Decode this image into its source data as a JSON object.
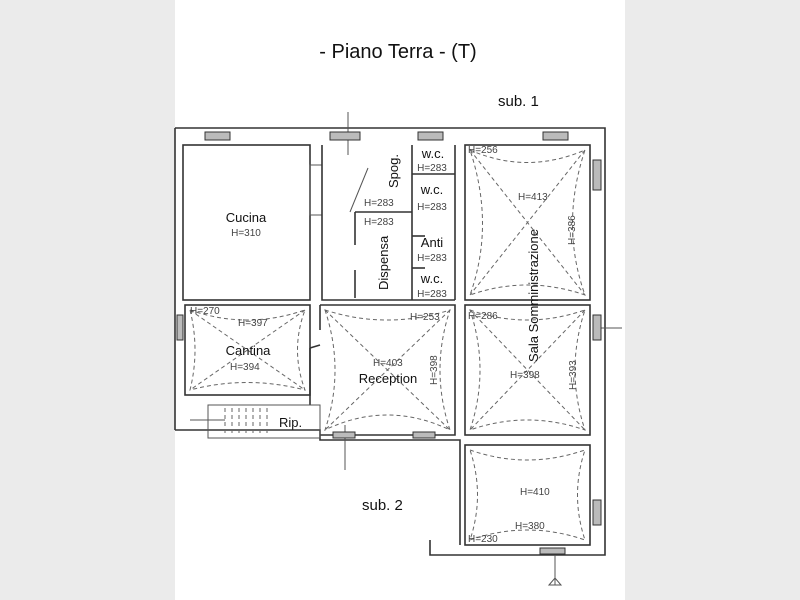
{
  "title": "- Piano Terra - (T)",
  "sub1": "sub. 1",
  "sub2": "sub. 2",
  "rooms": {
    "cucina": {
      "label": "Cucina",
      "h": "H=310"
    },
    "spog": {
      "label": "Spog.",
      "h": "H=283"
    },
    "wc1": {
      "label": "w.c.",
      "h": "H=283"
    },
    "wc2": {
      "label": "w.c.",
      "h": "H=283"
    },
    "dispensa": {
      "label": "Dispensa",
      "h": "H=283"
    },
    "anti": {
      "label": "Anti",
      "h": "H=283"
    },
    "wc3": {
      "label": "w.c.",
      "h": "H=283"
    },
    "sala": {
      "label": "Sala Somministrazione",
      "h1": "H=413",
      "h2": "H=386",
      "h3": "H=256",
      "h4": "H=398",
      "h5": "H=393",
      "h6": "H=286"
    },
    "cantina": {
      "label": "Cantina",
      "h1": "H=270",
      "h2": "H=397",
      "h3": "H=394"
    },
    "reception": {
      "label": "Reception",
      "h1": "H=403",
      "h2": "H=398",
      "h3": "H=253"
    },
    "rip": {
      "label": "Rip."
    },
    "lower": {
      "h1": "H=410",
      "h2": "H=380",
      "h3": "H=230"
    }
  }
}
